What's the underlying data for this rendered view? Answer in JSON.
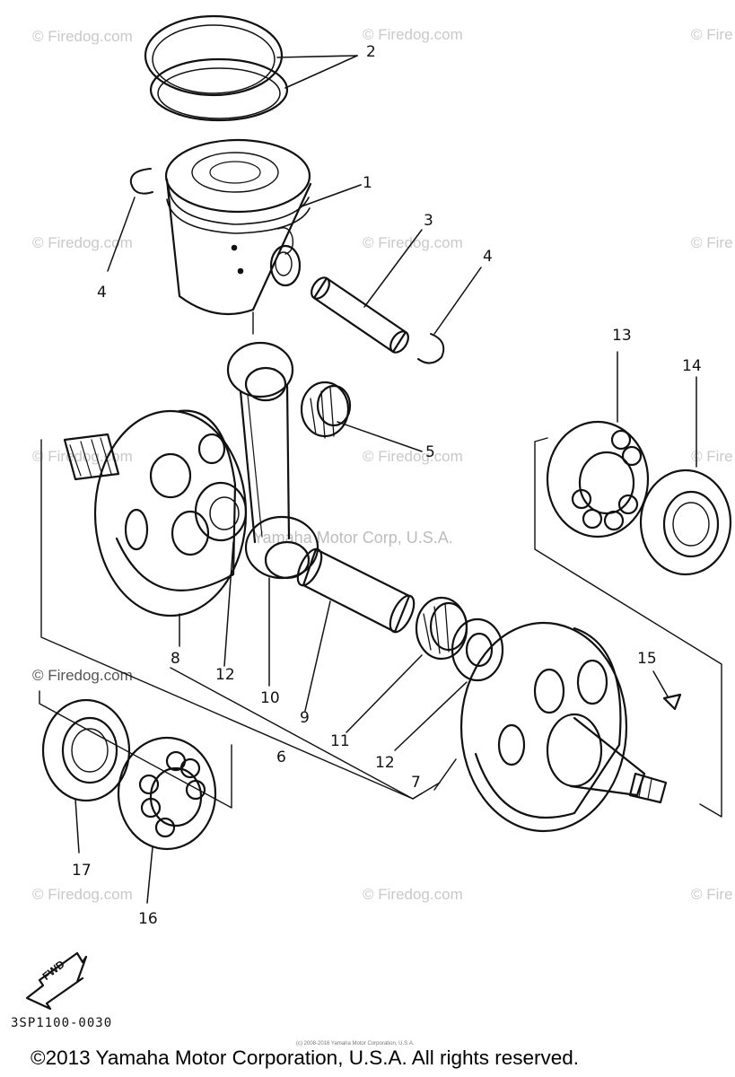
{
  "diagram": {
    "callouts": {
      "c1": "1",
      "c2": "2",
      "c3": "3",
      "c4a": "4",
      "c4b": "4",
      "c5": "5",
      "c6": "6",
      "c7": "7",
      "c8": "8",
      "c9": "9",
      "c10": "10",
      "c11": "11",
      "c12a": "12",
      "c12b": "12",
      "c13": "13",
      "c14": "14",
      "c15": "15",
      "c16": "16",
      "c17": "17"
    },
    "fwd_label": "FWD",
    "diagram_code": "3SP1100-0030"
  },
  "watermarks": {
    "firedog": "© Firedog.com",
    "firedog_short": "© Fire",
    "yamaha": "Yamaha Motor Corp, U.S.A."
  },
  "footer": {
    "tiny_copyright": "(c) 2008-2016 Yamaha Motor Corporation, U.S.A.",
    "copyright": "©2013 Yamaha Motor Corporation, U.S.A. All rights reserved."
  }
}
